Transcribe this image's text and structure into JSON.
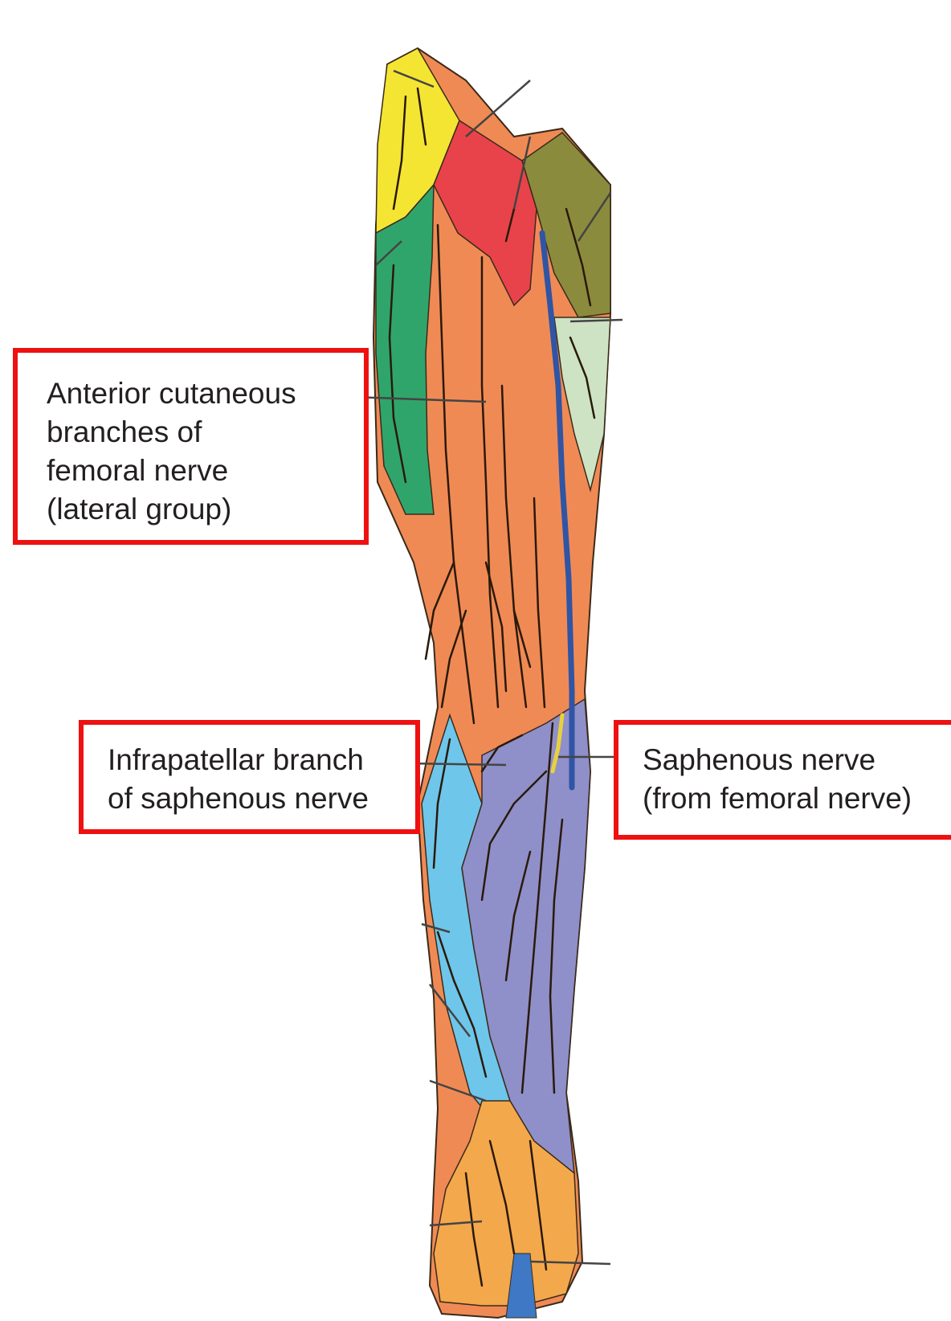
{
  "labels": {
    "anterior_cutaneous": "Anterior cutaneous\nbranches of\nfemoral nerve\n(lateral group)",
    "infrapatellar": "Infrapatellar branch\nof saphenous nerve",
    "saphenous": "Saphenous nerve\n(from femoral nerve)"
  },
  "colors": {
    "highlight_box": "#ee1111",
    "yellow_region": "#f5e533",
    "red_region": "#e8434a",
    "olive_region": "#8b8b3e",
    "pale_green_region": "#cde3c4",
    "green_region": "#2fa56c",
    "orange_region": "#f08a55",
    "purple_region": "#8f8fca",
    "light_blue_region": "#6ec6ea",
    "foot_orange_region": "#f3a84c",
    "vein_blue": "#2f55a4",
    "nerve": "#2a1a0a",
    "leader_line": "#444444"
  }
}
